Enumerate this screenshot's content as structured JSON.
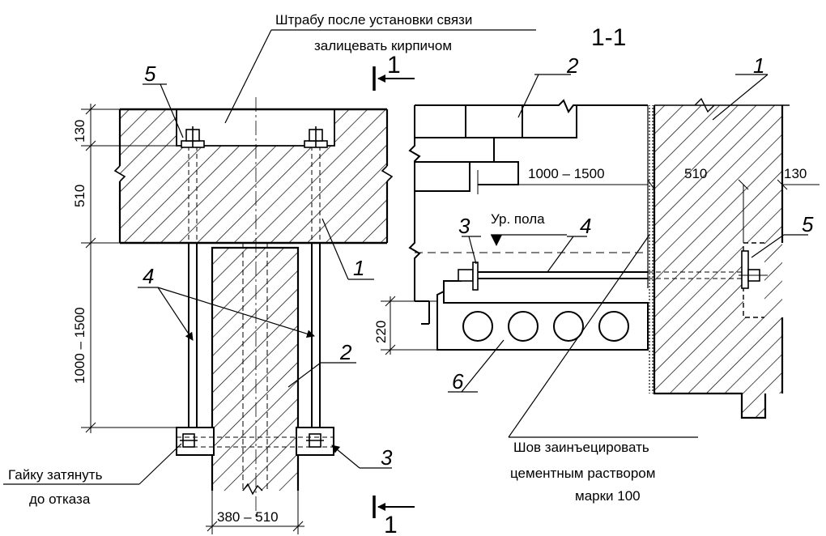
{
  "notes": {
    "chase_line1": "Штрабу после установки связи",
    "chase_line2": "залицевать кирпичом",
    "nut_line1": "Гайку затянуть",
    "nut_line2": "до отказа",
    "seam_line1": "Шов заинъецировать",
    "seam_line2": "цементным раствором",
    "seam_line3": "марки 100",
    "floor_level": "Ур. пола"
  },
  "section_title": "1-1",
  "section_mark": "1",
  "dimensions": {
    "chase": "130",
    "outer_wall": "510",
    "tie_length": "1000 – 1500",
    "inner_wall": "380 – 510",
    "slab": "220"
  },
  "positions": {
    "outer_wall": "1",
    "inner_wall": "2",
    "plate": "3",
    "tie_rod": "4",
    "anchor": "5",
    "slab": "6"
  }
}
